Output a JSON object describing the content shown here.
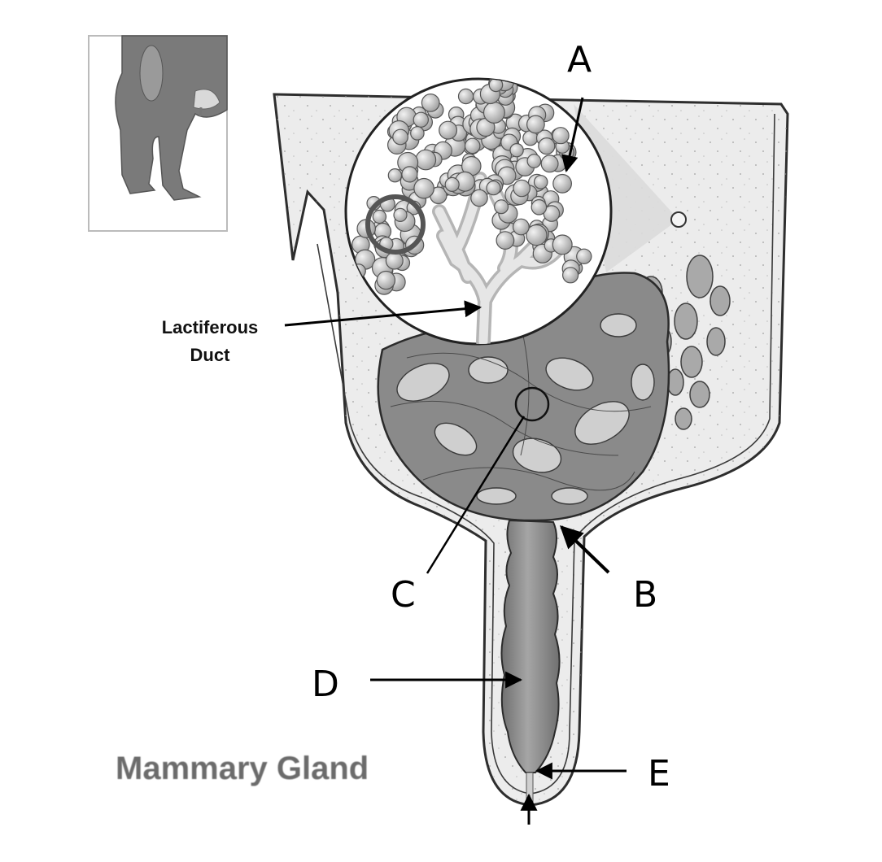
{
  "diagram": {
    "caption": "Mammary Gland",
    "callout": {
      "line1": "Lactiferous",
      "line2": "Duct"
    },
    "labels": {
      "a": "A",
      "b": "B",
      "c": "C",
      "d": "D",
      "e": "E"
    },
    "colors": {
      "tissue": "#ececec",
      "outline": "#2e2e2e",
      "cistern": "#8a8a8a",
      "alveoli": "#c4c4c4",
      "cow": "#7a7a7a",
      "caption": "#6b6b6b"
    }
  }
}
